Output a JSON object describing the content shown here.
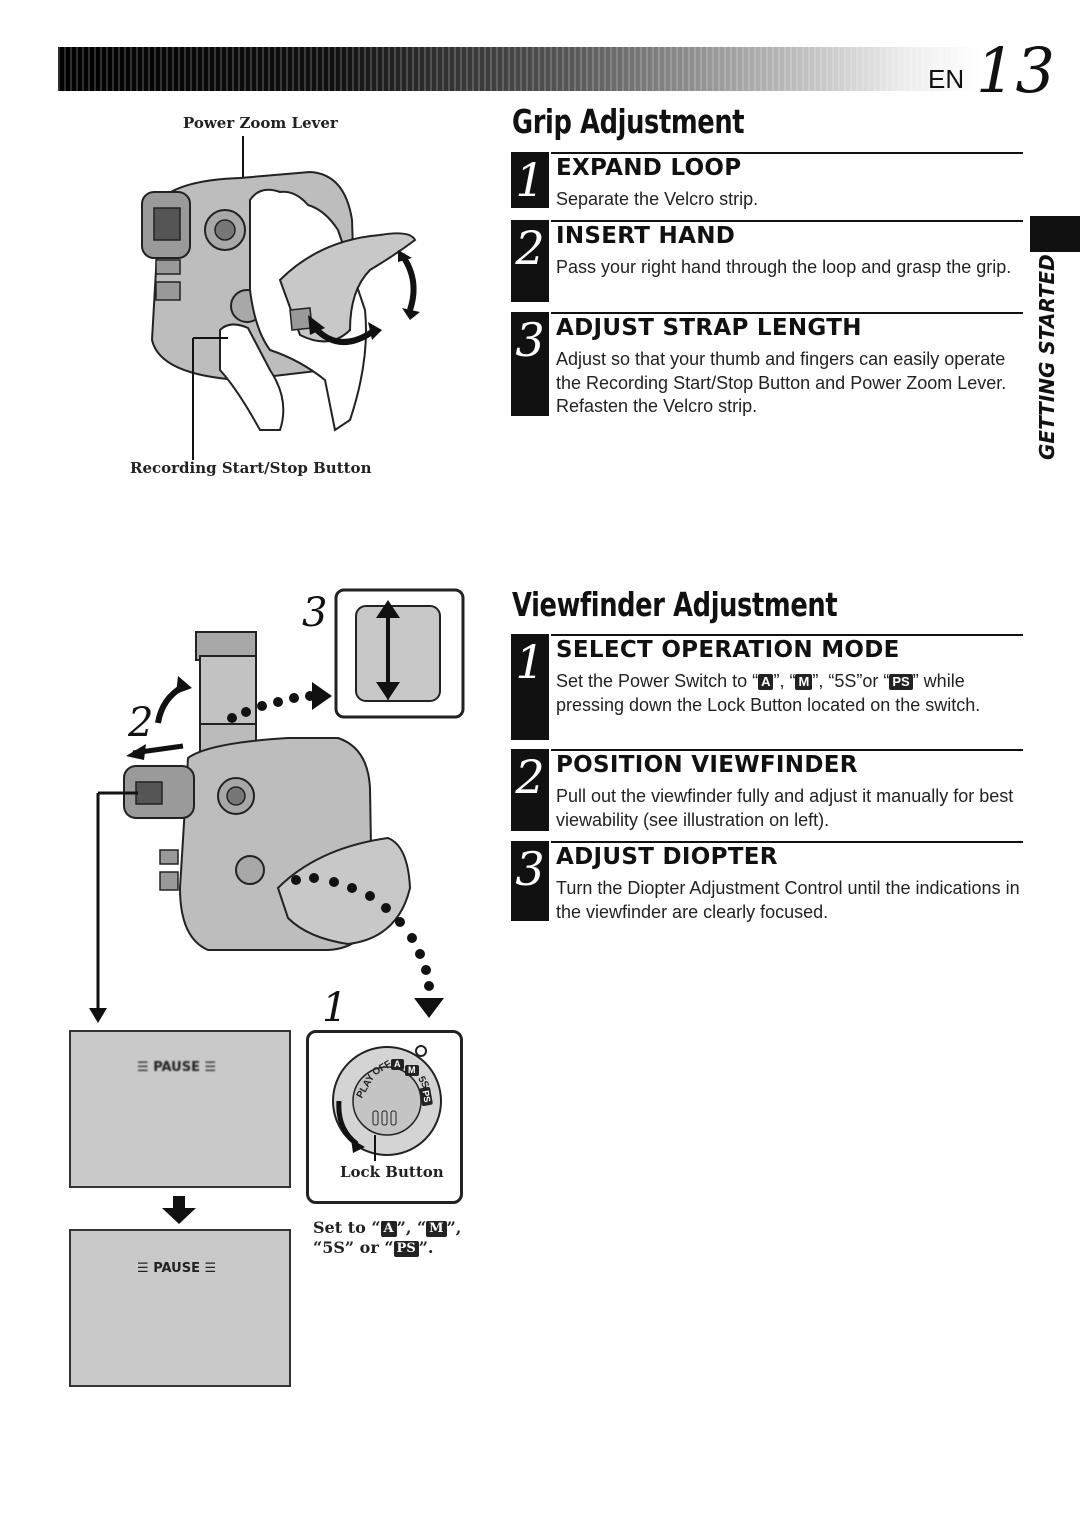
{
  "header": {
    "lang": "EN",
    "page_number": "13"
  },
  "side_tab": {
    "label": "GETTING STARTED"
  },
  "grip": {
    "title": "Grip Adjustment",
    "labels": {
      "power_zoom_lever": "Power Zoom Lever",
      "rec_button": "Recording Start/Stop Button"
    },
    "steps": [
      {
        "num": "1",
        "head": "EXPAND LOOP",
        "body": "Separate the Velcro strip."
      },
      {
        "num": "2",
        "head": "INSERT HAND",
        "body": "Pass your right hand through the loop and grasp the grip."
      },
      {
        "num": "3",
        "head": "ADJUST STRAP LENGTH",
        "body": "Adjust so that your thumb and fingers can easily operate the Recording Start/Stop Button and Power Zoom Lever. Refasten the Velcro strip."
      }
    ]
  },
  "viewfinder": {
    "title": "Viewfinder Adjustment",
    "steps": [
      {
        "num": "1",
        "head": "SELECT OPERATION MODE",
        "body_parts": {
          "a": "Set the Power Switch to “",
          "icon_a": "A",
          "b": "”, “",
          "icon_m": "M",
          "c": "”, “5S”or “",
          "icon_ps": "PS",
          "d": "” while pressing down the Lock Button located on the switch."
        }
      },
      {
        "num": "2",
        "head": "POSITION VIEWFINDER",
        "body": "Pull out the viewfinder fully and adjust it manually for best viewability (see illustration on left)."
      },
      {
        "num": "3",
        "head": "ADJUST DIOPTER",
        "body": "Turn the Diopter Adjustment Control until the indications in the viewfinder are clearly focused."
      }
    ],
    "illustration": {
      "callout_1": "1",
      "callout_2": "2",
      "callout_3": "3",
      "pause_blurry": "PAUSE",
      "pause_sharp": "PAUSE",
      "lock_button": "Lock Button",
      "dial_labels": {
        "play": "PLAY",
        "off": "OFF",
        "a": "A",
        "m": "M",
        "s5": "5S",
        "ps": "PS"
      },
      "set_to": {
        "a": "Set to “",
        "icon_a": "A",
        "b": "”, “",
        "icon_m": "M",
        "c": "”,",
        "d": "“5S” or “",
        "icon_ps": "PS",
        "e": "”."
      }
    }
  }
}
